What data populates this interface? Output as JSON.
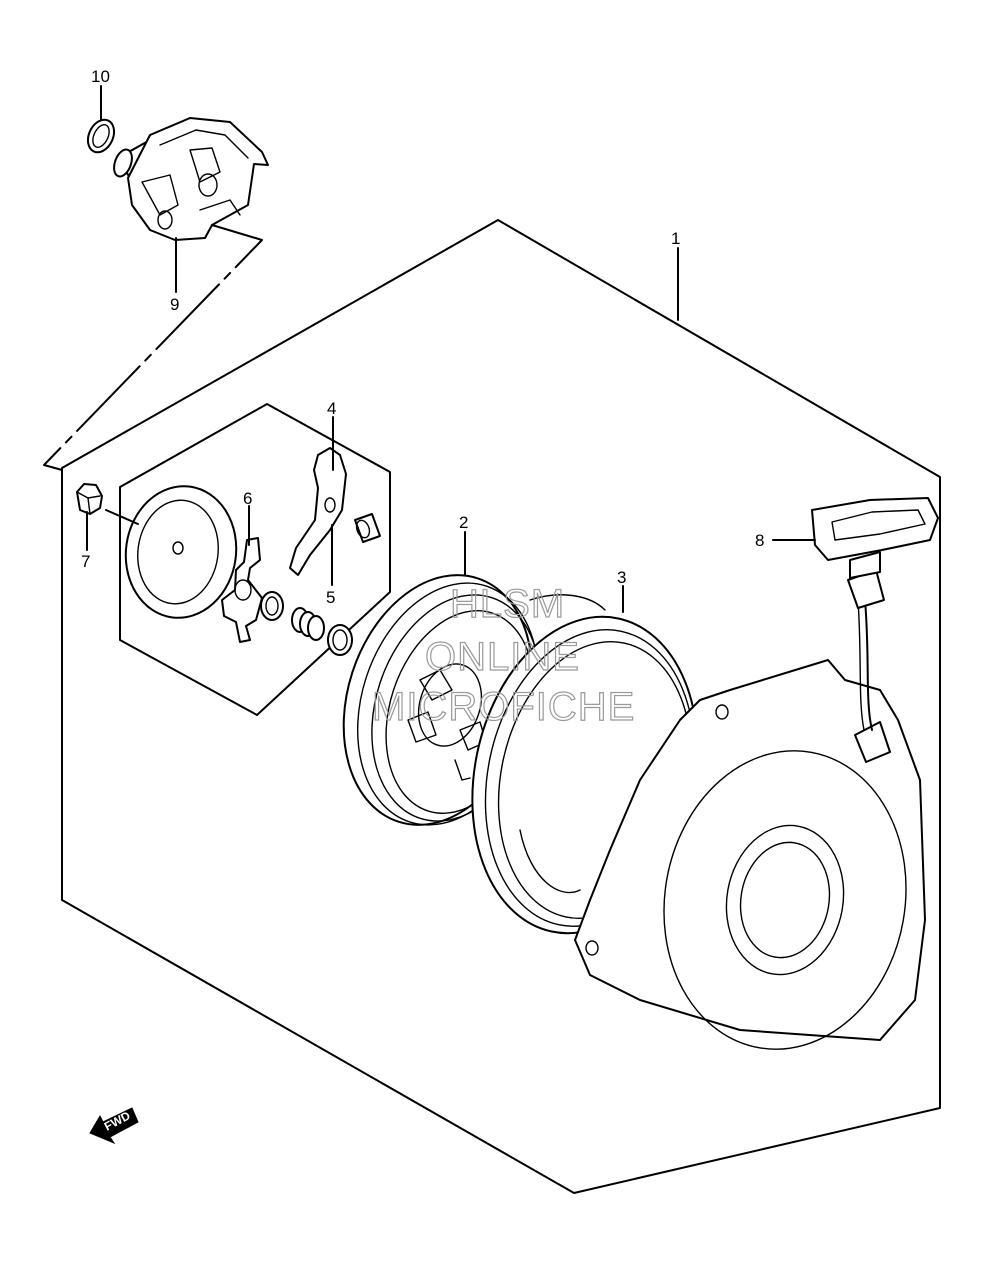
{
  "callouts": [
    {
      "id": "1",
      "label": "1"
    },
    {
      "id": "2",
      "label": "2"
    },
    {
      "id": "3",
      "label": "3"
    },
    {
      "id": "4",
      "label": "4"
    },
    {
      "id": "5",
      "label": "5"
    },
    {
      "id": "6",
      "label": "6"
    },
    {
      "id": "7",
      "label": "7"
    },
    {
      "id": "8",
      "label": "8"
    },
    {
      "id": "9",
      "label": "9"
    },
    {
      "id": "10",
      "label": "10"
    }
  ],
  "watermark": {
    "line1": "HLSM",
    "line2": "ONLINE",
    "line3": "MICROFICHE"
  },
  "direction_badge": {
    "label": "FWD"
  }
}
